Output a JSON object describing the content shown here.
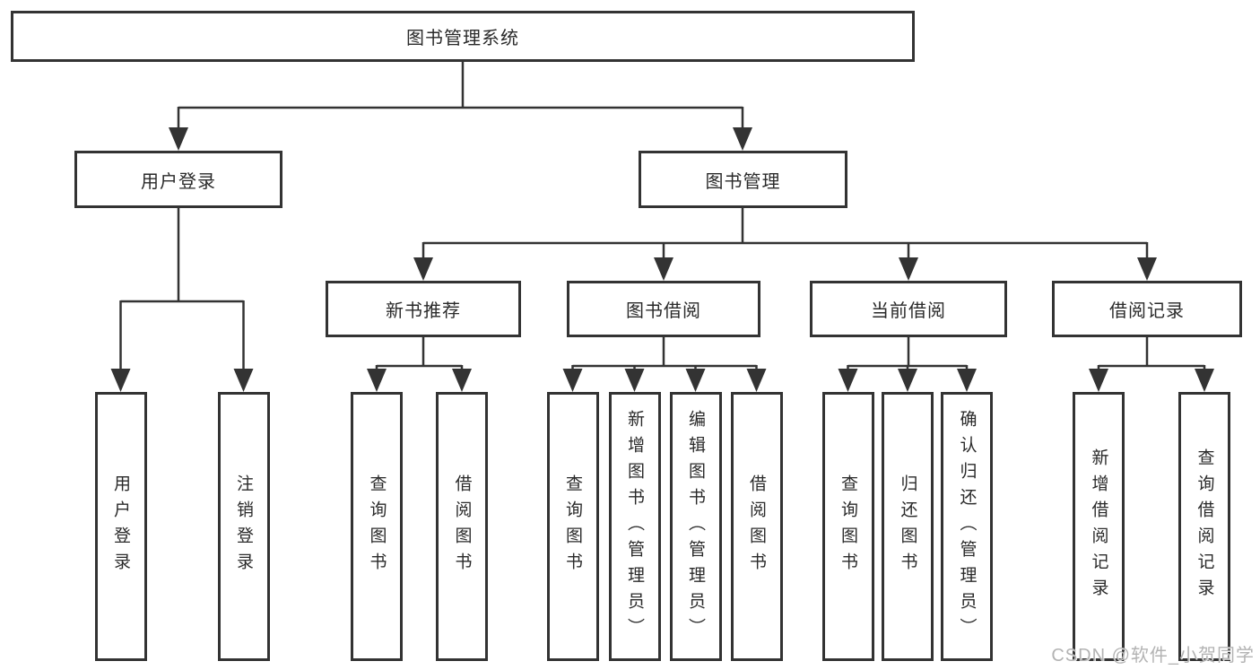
{
  "root": {
    "label": "图书管理系统"
  },
  "level2": [
    {
      "label": "用户登录"
    },
    {
      "label": "图书管理"
    }
  ],
  "level3": [
    {
      "label": "新书推荐"
    },
    {
      "label": "图书借阅"
    },
    {
      "label": "当前借阅"
    },
    {
      "label": "借阅记录"
    }
  ],
  "leaves": {
    "login": [
      {
        "label": "用户登录"
      },
      {
        "label": "注销登录"
      }
    ],
    "recommend": [
      {
        "label": "查询图书"
      },
      {
        "label": "借阅图书"
      }
    ],
    "borrow": [
      {
        "label": "查询图书"
      },
      {
        "label": "新增图书（管理员）"
      },
      {
        "label": "编辑图书（管理员）"
      },
      {
        "label": "借阅图书"
      }
    ],
    "current": [
      {
        "label": "查询图书"
      },
      {
        "label": "归还图书"
      },
      {
        "label": "确认归还（管理员）"
      }
    ],
    "record": [
      {
        "label": "新增借阅记录"
      },
      {
        "label": "查询借阅记录"
      }
    ]
  },
  "watermark": {
    "text": "CSDN @软件_小贺同学"
  },
  "colors": {
    "line": "#333333",
    "box-border": "#333333",
    "box-fill": "#ffffff",
    "text": "#2a2a2a",
    "watermark": "#b3b3b3"
  }
}
